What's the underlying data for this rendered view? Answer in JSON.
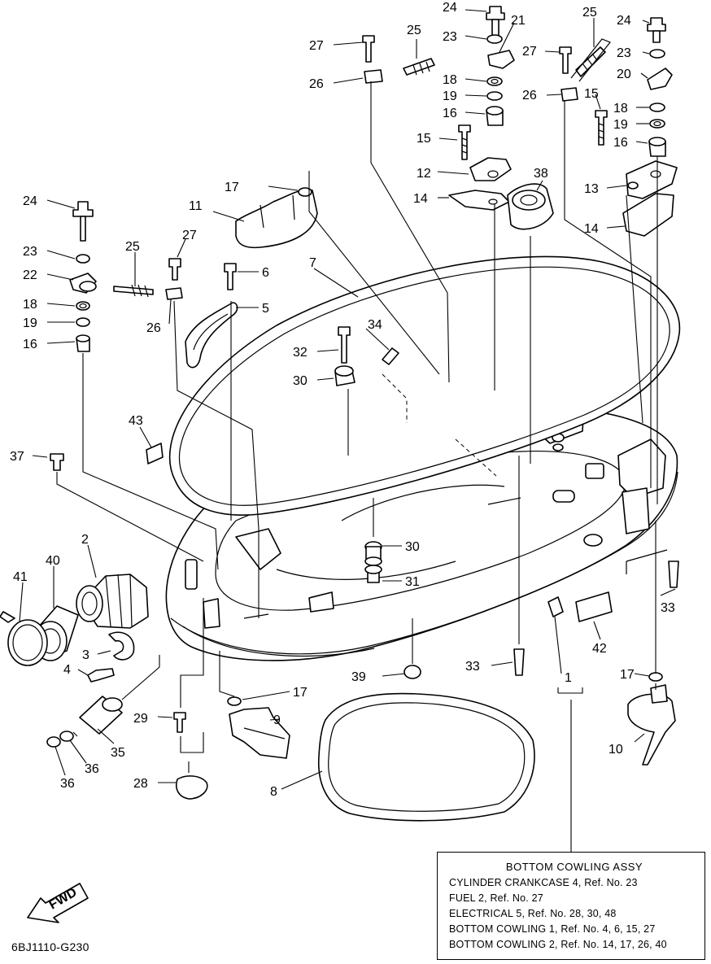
{
  "callouts": [
    {
      "id": "c1",
      "label": "1"
    },
    {
      "id": "c2",
      "label": "2"
    },
    {
      "id": "c3",
      "label": "3"
    },
    {
      "id": "c4",
      "label": "4"
    },
    {
      "id": "c5",
      "label": "5"
    },
    {
      "id": "c6",
      "label": "6"
    },
    {
      "id": "c7",
      "label": "7"
    },
    {
      "id": "c8",
      "label": "8"
    },
    {
      "id": "c9",
      "label": "9"
    },
    {
      "id": "c10",
      "label": "10"
    },
    {
      "id": "c11",
      "label": "11"
    },
    {
      "id": "c12",
      "label": "12"
    },
    {
      "id": "c13",
      "label": "13"
    },
    {
      "id": "c14a",
      "label": "14"
    },
    {
      "id": "c14b",
      "label": "14"
    },
    {
      "id": "c15a",
      "label": "15"
    },
    {
      "id": "c15b",
      "label": "15"
    },
    {
      "id": "c16a",
      "label": "16"
    },
    {
      "id": "c16b",
      "label": "16"
    },
    {
      "id": "c16c",
      "label": "16"
    },
    {
      "id": "c17a",
      "label": "17"
    },
    {
      "id": "c17b",
      "label": "17"
    },
    {
      "id": "c17c",
      "label": "17"
    },
    {
      "id": "c18a",
      "label": "18"
    },
    {
      "id": "c18b",
      "label": "18"
    },
    {
      "id": "c18c",
      "label": "18"
    },
    {
      "id": "c19a",
      "label": "19"
    },
    {
      "id": "c19b",
      "label": "19"
    },
    {
      "id": "c19c",
      "label": "19"
    },
    {
      "id": "c20",
      "label": "20"
    },
    {
      "id": "c21",
      "label": "21"
    },
    {
      "id": "c22",
      "label": "22"
    },
    {
      "id": "c23a",
      "label": "23"
    },
    {
      "id": "c23b",
      "label": "23"
    },
    {
      "id": "c23c",
      "label": "23"
    },
    {
      "id": "c24a",
      "label": "24"
    },
    {
      "id": "c24b",
      "label": "24"
    },
    {
      "id": "c24c",
      "label": "24"
    },
    {
      "id": "c25a",
      "label": "25"
    },
    {
      "id": "c25b",
      "label": "25"
    },
    {
      "id": "c25c",
      "label": "25"
    },
    {
      "id": "c26a",
      "label": "26"
    },
    {
      "id": "c26b",
      "label": "26"
    },
    {
      "id": "c26c",
      "label": "26"
    },
    {
      "id": "c27a",
      "label": "27"
    },
    {
      "id": "c27b",
      "label": "27"
    },
    {
      "id": "c27c",
      "label": "27"
    },
    {
      "id": "c28",
      "label": "28"
    },
    {
      "id": "c29",
      "label": "29"
    },
    {
      "id": "c30a",
      "label": "30"
    },
    {
      "id": "c30b",
      "label": "30"
    },
    {
      "id": "c31",
      "label": "31"
    },
    {
      "id": "c32",
      "label": "32"
    },
    {
      "id": "c33a",
      "label": "33"
    },
    {
      "id": "c33b",
      "label": "33"
    },
    {
      "id": "c34",
      "label": "34"
    },
    {
      "id": "c35",
      "label": "35"
    },
    {
      "id": "c36a",
      "label": "36"
    },
    {
      "id": "c36b",
      "label": "36"
    },
    {
      "id": "c37",
      "label": "37"
    },
    {
      "id": "c38",
      "label": "38"
    },
    {
      "id": "c39",
      "label": "39"
    },
    {
      "id": "c40",
      "label": "40"
    },
    {
      "id": "c41",
      "label": "41"
    },
    {
      "id": "c42",
      "label": "42"
    },
    {
      "id": "c43",
      "label": "43"
    }
  ],
  "legend": {
    "title": "BOTTOM  COWLING  ASSY",
    "rows": [
      "CYLINDER CRANKCASE 4,  Ref.  No.  23",
      "FUEL 2,  Ref.  No.  27",
      "ELECTRICAL 5,  Ref.  No.  28,  30,  48",
      "BOTTOM COWLING 1,  Ref.  No.  4,  6,  15,  27",
      "BOTTOM COWLING 2,  Ref.  No.  14,  17,  26,  40"
    ]
  },
  "forward_arrow_label": "FWD",
  "diagram_code": "6BJ1110-G230"
}
